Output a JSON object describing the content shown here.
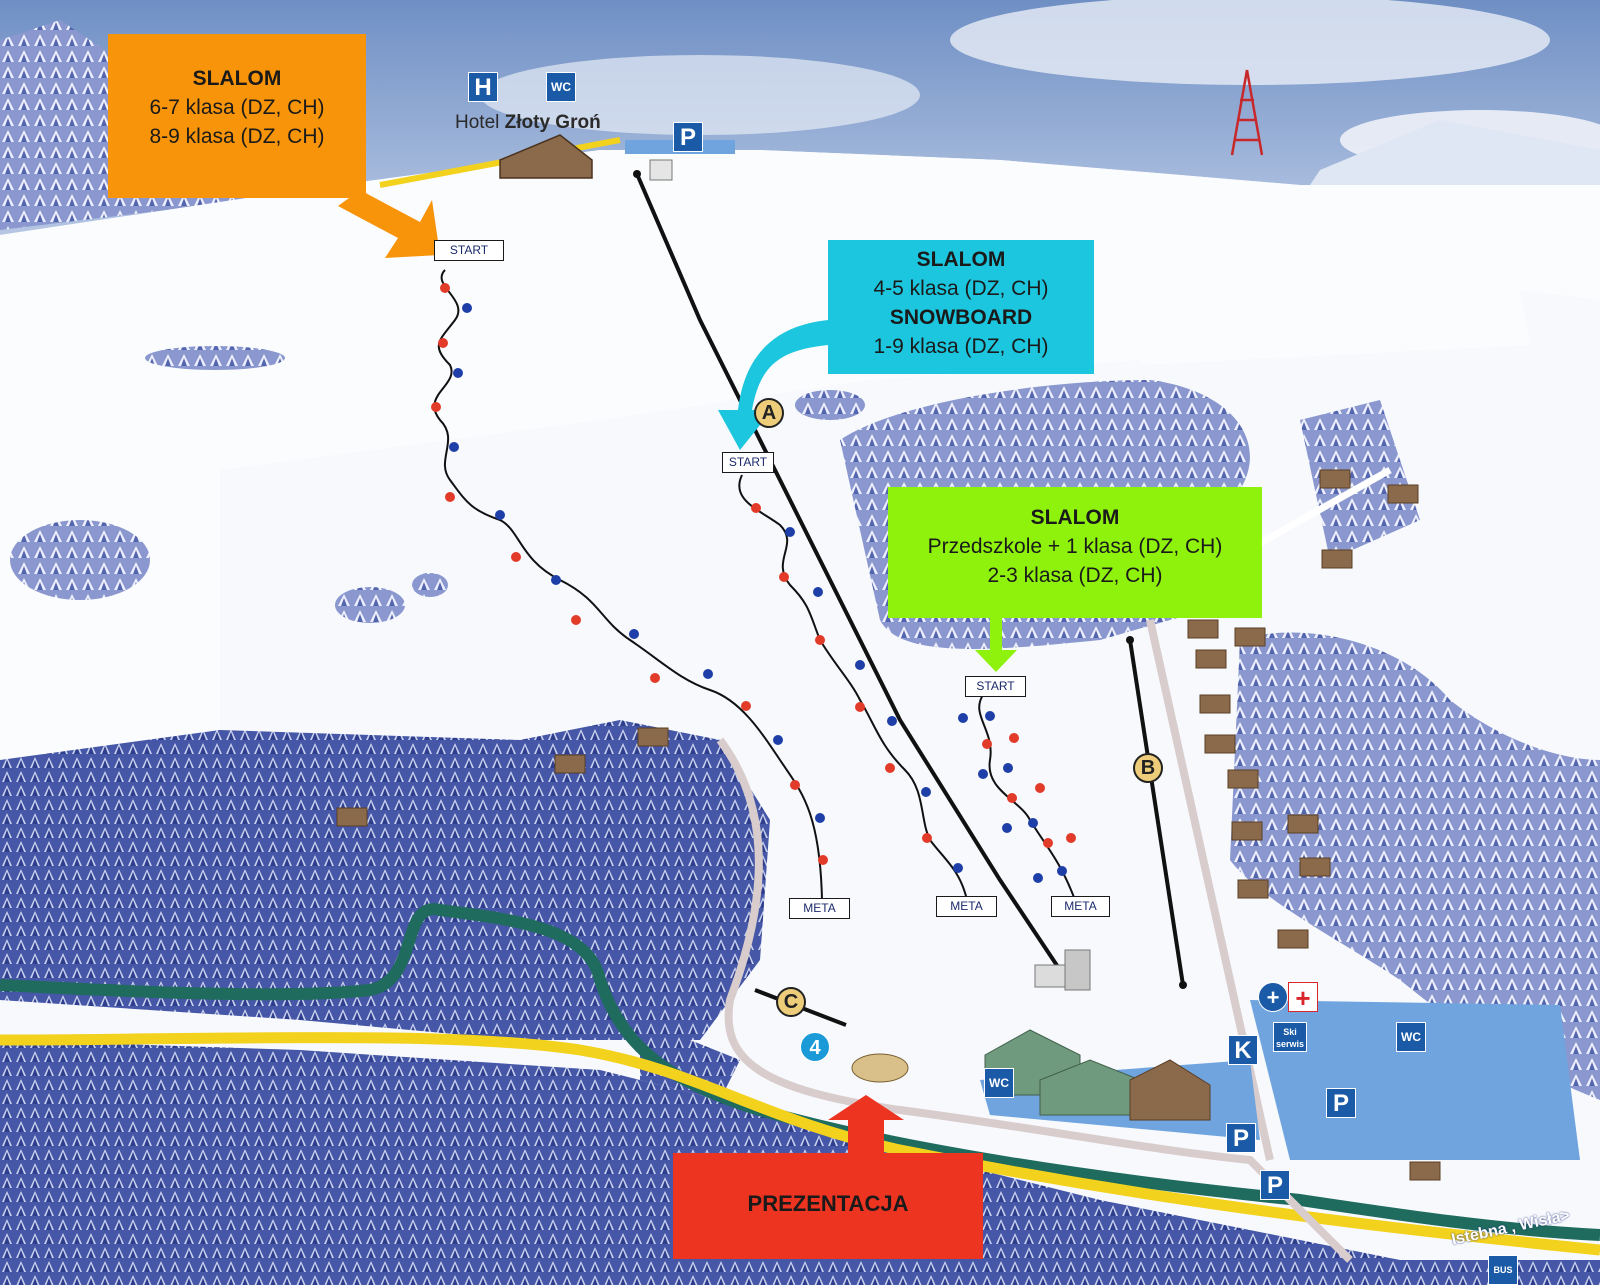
{
  "hotel": {
    "prefix": "Hotel ",
    "name": "Złoty Groń"
  },
  "callouts": {
    "orange": {
      "title": "SLALOM",
      "line1": "6-7 klasa (DZ, CH)",
      "line2": "8-9 klasa (DZ, CH)"
    },
    "cyan": {
      "title1": "SLALOM",
      "line1": "4-5 klasa (DZ, CH)",
      "title2": "SNOWBOARD",
      "line2": "1-9 klasa (DZ, CH)"
    },
    "green": {
      "title": "SLALOM",
      "line1": "Przedszkole + 1 klasa (DZ, CH)",
      "line2": "2-3 klasa (DZ, CH)"
    },
    "red": {
      "title": "PREZENTACJA"
    }
  },
  "course_labels": {
    "start": "START",
    "meta": "META"
  },
  "lifts": {
    "a": "A",
    "b": "B",
    "c": "C"
  },
  "signs": {
    "parking": "P",
    "kiosk": "K",
    "wc": "WC",
    "hotel": "H",
    "ski_serwis": "Ski serwis",
    "num4": "4",
    "bus": "BUS"
  },
  "road_label": "Istebna , Wisła>",
  "colors": {
    "sky": "#7f9cc8",
    "snow": "#f7f9fd",
    "forest": "#3d4f9e",
    "road": "#f3d21e",
    "river": "#1f6b5e",
    "gate_red": "#e23b2a",
    "gate_blue": "#1e3fa8",
    "sign_blue": "#1a5aa6",
    "orange": "#f7940a",
    "cyan": "#1cc6de",
    "green": "#8ff20d",
    "red": "#ec3421"
  }
}
